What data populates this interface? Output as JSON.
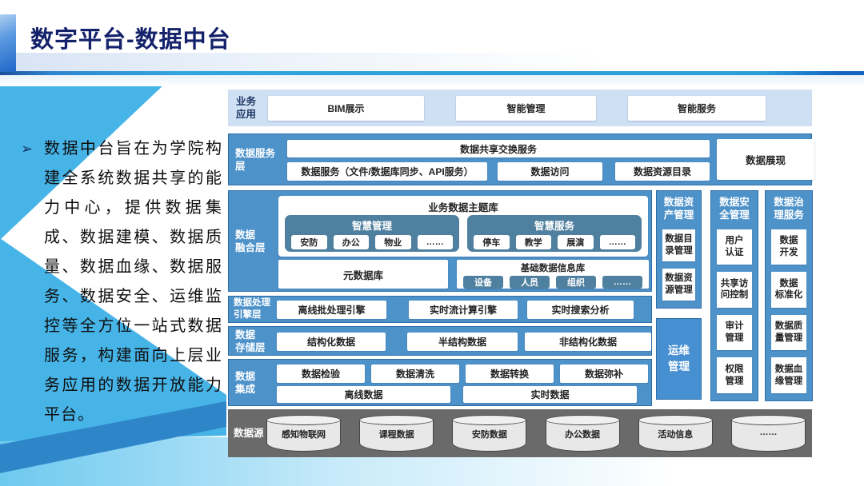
{
  "colors": {
    "title_navy": "#14226b",
    "band_blue": "#4e92ca",
    "band_light_blue": "#cfe0f4",
    "slate_blue": "#50809f",
    "ops_blue": "#4690d2",
    "source_gray": "#6a6a6a",
    "chevron_light": "#47b4e8",
    "chevron_dark": "#2e86c9"
  },
  "header": {
    "title": "数字平台-数据中台"
  },
  "intro": {
    "bullet": "➢",
    "text": "数据中台旨在为学院构建全系统数据共享的能力中心，提供数据集成、数据建模、数据质量、数据血缘、数据服务、数据安全、运维监控等全方位一站式数据服务，构建面向上层业务应用的数据开放能力平台。"
  },
  "diagram": {
    "business": {
      "label": "业务\n应用",
      "items": [
        "BIM展示",
        "智能管理",
        "智能服务"
      ]
    },
    "service": {
      "label": "数据服务\n层",
      "exchange": "数据共享交换服务",
      "items": [
        "数据服务（文件/数据库同步、API服务）",
        "数据访问",
        "数据资源目录"
      ],
      "present": "数据展现"
    },
    "fusion": {
      "label": "数据\n融合层",
      "theme": {
        "title": "业务数据主题库",
        "groups": [
          {
            "title": "智慧管理",
            "chips": [
              "安防",
              "办公",
              "物业",
              "……"
            ]
          },
          {
            "title": "智慧服务",
            "chips": [
              "停车",
              "教学",
              "展演",
              "……"
            ]
          }
        ]
      },
      "meta": "元数据库",
      "base": {
        "title": "基础数据信息库",
        "chips": [
          "设备",
          "人员",
          "组织",
          "……"
        ]
      }
    },
    "engine": {
      "label": "数据处理\n引擎层",
      "items": [
        "离线批处理引擎",
        "实时流计算引擎",
        "实时搜索分析"
      ]
    },
    "storage": {
      "label": "数据\n存储层",
      "items": [
        "结构化数据",
        "半结构数据",
        "非结构化数据"
      ]
    },
    "integration": {
      "label": "数据\n集成",
      "row1": [
        "数据检验",
        "数据清洗",
        "数据转换",
        "数据弥补"
      ],
      "row2": [
        "离线数据",
        "实时数据"
      ]
    },
    "source": {
      "label": "数据源",
      "items": [
        "感知物联网",
        "课程数据",
        "安防数据",
        "办公数据",
        "活动信息",
        "……"
      ]
    },
    "asset": {
      "title": "数据资\n产管理",
      "items": [
        "数据目\n录管理",
        "数据资\n源管理"
      ]
    },
    "ops": "运维\n管理",
    "security": {
      "title": "数据安\n全管理",
      "items": [
        "用户\n认证",
        "共享访\n问控制",
        "审计\n管理",
        "权限\n管理"
      ]
    },
    "governance": {
      "title": "数据治\n理服务",
      "items": [
        "数据\n开发",
        "数据\n标准化",
        "数据质\n量管理",
        "数据血\n缘管理"
      ]
    }
  }
}
